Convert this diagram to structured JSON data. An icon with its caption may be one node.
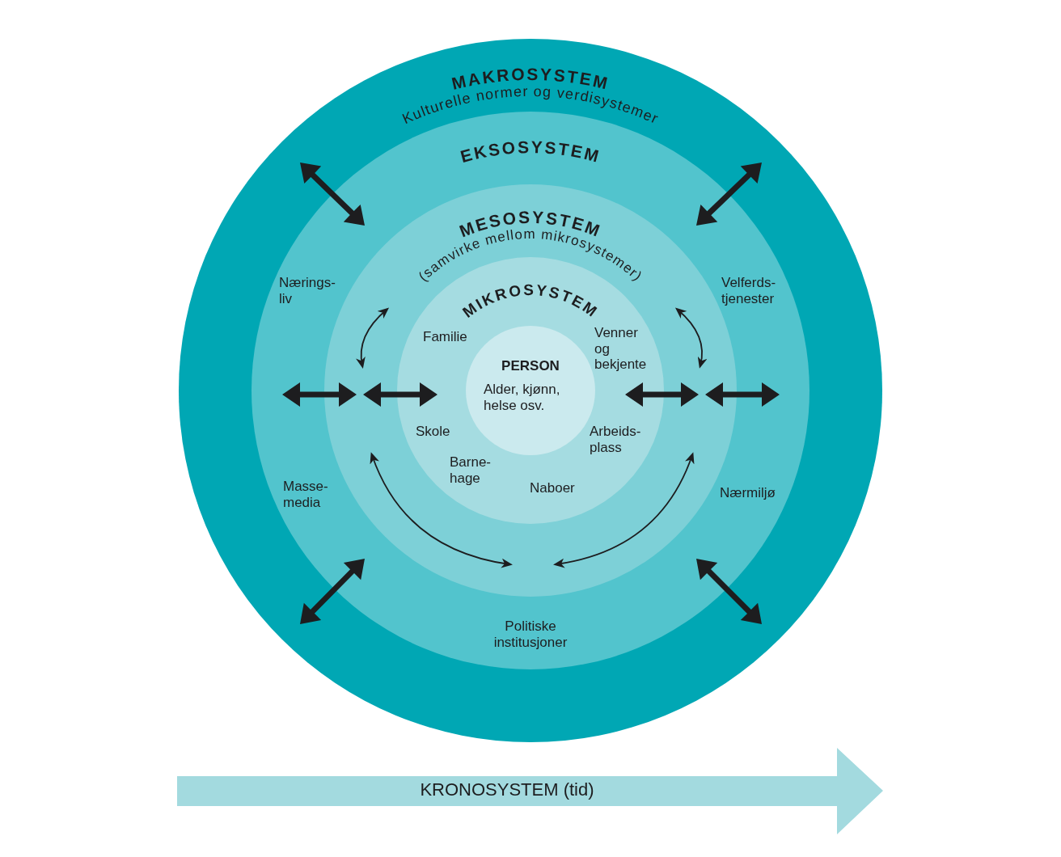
{
  "diagram": {
    "nodes": [
      {
        "text": [
          "MAKROSYSTEM",
          "Kulturelle normer og verdisystemer"
        ]
      },
      {
        "text": [
          "EKSOSYSTEM",
          "Nærings- liv",
          "Velferds- tjenester",
          "Masse- media",
          "Nærmiljø",
          "Politiske institusjoner"
        ],
        "in": 0
      },
      {
        "text": [
          "MESOSYSTEM",
          "(samvirke mellom mikrosystemer)"
        ],
        "in": 1
      },
      {
        "text": [
          "MIKROSYSTEM",
          "Familie",
          "Venner og bekjente",
          "Skole",
          "Arbeids- plass",
          "Barne- hage",
          "Naboer"
        ],
        "in": 2
      },
      {
        "text": [
          "PERSON",
          "Alder, kjønn, helse osv."
        ],
        "in": 3
      },
      {
        "text": [
          "KRONOSYSTEM (tid)"
        ]
      }
    ]
  }
}
